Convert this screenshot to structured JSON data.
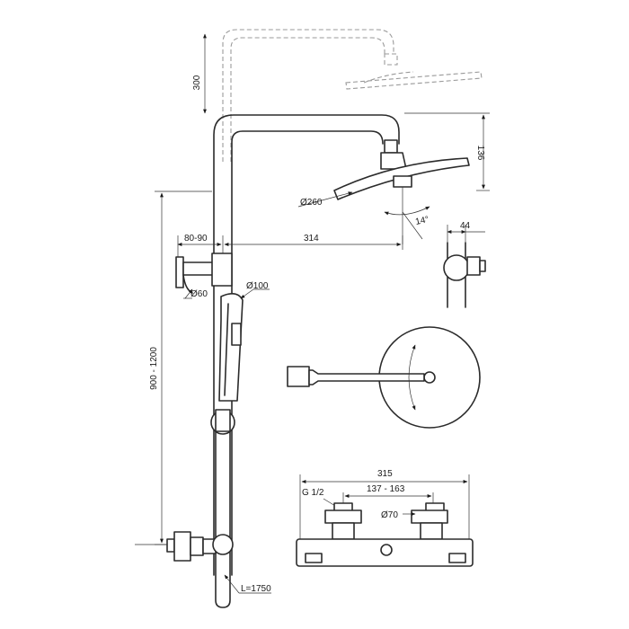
{
  "dimensions": {
    "rise": "300",
    "head_height": "136",
    "head_diameter": "Ø260",
    "tilt": "14°",
    "wall_offset": "80-90",
    "arm_reach": "314",
    "wall_flange": "Ø60",
    "handshower": "Ø100",
    "height_range": "900 - 1200",
    "hose": "L=1750",
    "side_width": "44",
    "mixer_width": "315",
    "thread": "G 1/2",
    "centres": "137 - 163",
    "mixer_flange": "Ø70"
  }
}
